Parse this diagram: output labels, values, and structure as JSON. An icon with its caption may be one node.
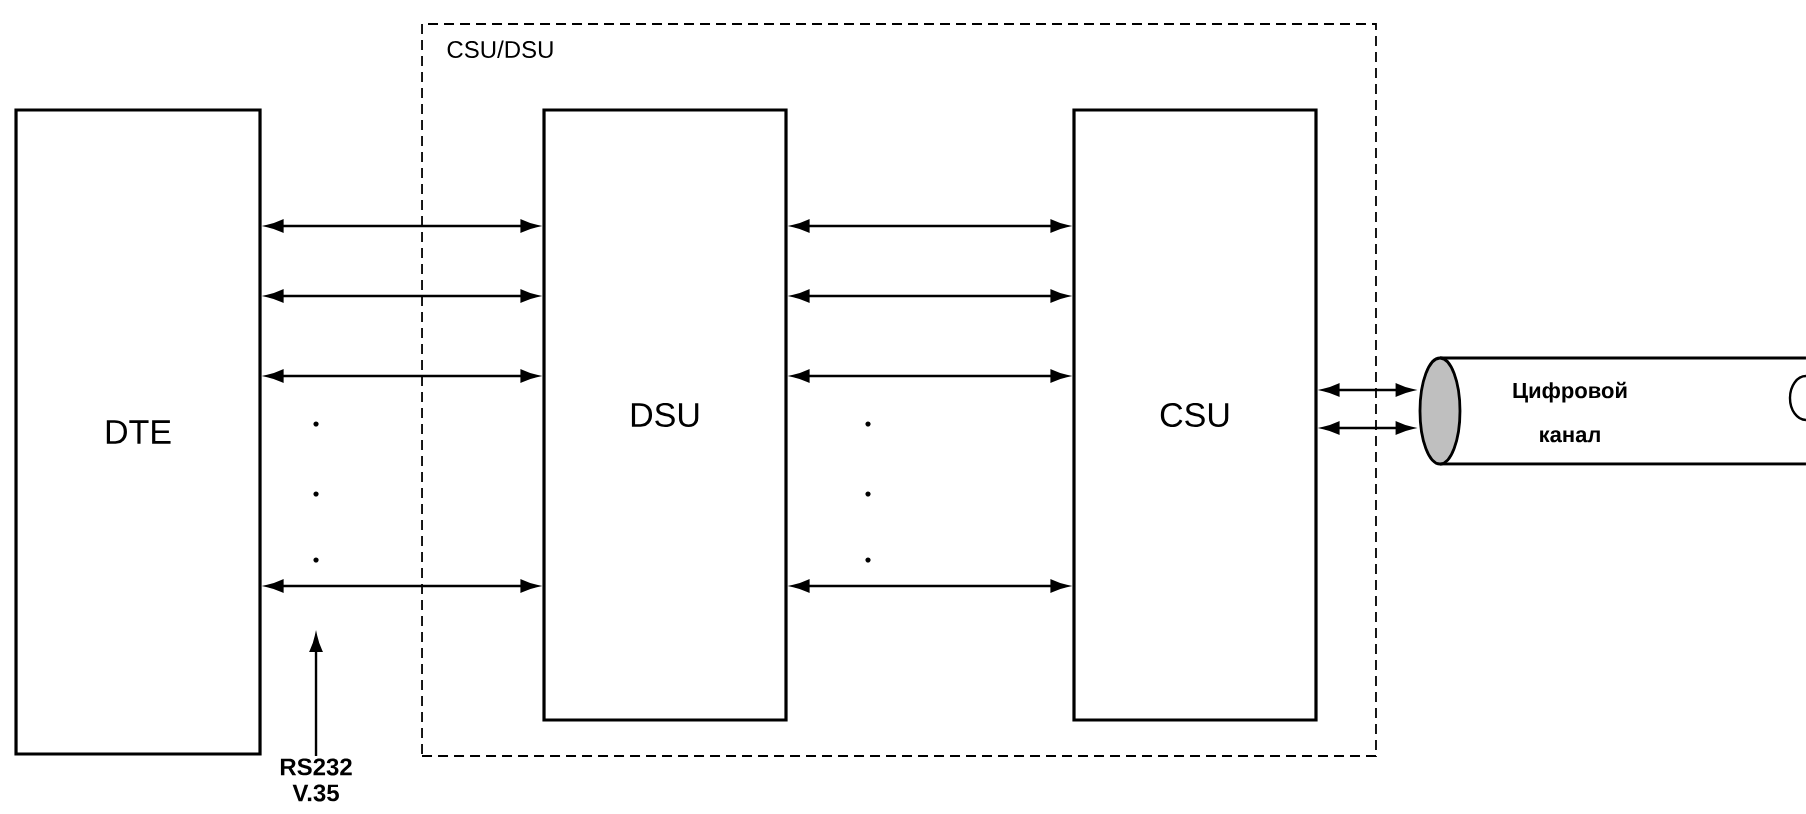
{
  "diagram": {
    "nodes": [
      {
        "text": [
          "CSU/DSU"
        ]
      },
      {
        "text": [
          "DTE"
        ]
      },
      {
        "text": [
          "DSU"
        ],
        "in": 0
      },
      {
        "text": [
          "CSU"
        ],
        "in": 0
      },
      {
        "text": [
          "Цифровой канал"
        ]
      },
      {
        "text": [
          "RS232 V.35"
        ]
      }
    ],
    "edges": [
      {
        "from": 1,
        "to": 2,
        "arrow": "both"
      },
      {
        "from": 1,
        "to": 2,
        "arrow": "both"
      },
      {
        "from": 1,
        "to": 2,
        "arrow": "both"
      },
      {
        "from": 1,
        "to": 2,
        "arrow": "both"
      },
      {
        "from": 2,
        "to": 3,
        "arrow": "both"
      },
      {
        "from": 2,
        "to": 3,
        "arrow": "both"
      },
      {
        "from": 2,
        "to": 3,
        "arrow": "both"
      },
      {
        "from": 2,
        "to": 3,
        "arrow": "both"
      },
      {
        "from": 3,
        "to": 4,
        "arrow": "both"
      },
      {
        "from": 3,
        "to": 4,
        "arrow": "both"
      },
      {
        "from": 5,
        "to": null,
        "arrow": "to"
      }
    ]
  }
}
